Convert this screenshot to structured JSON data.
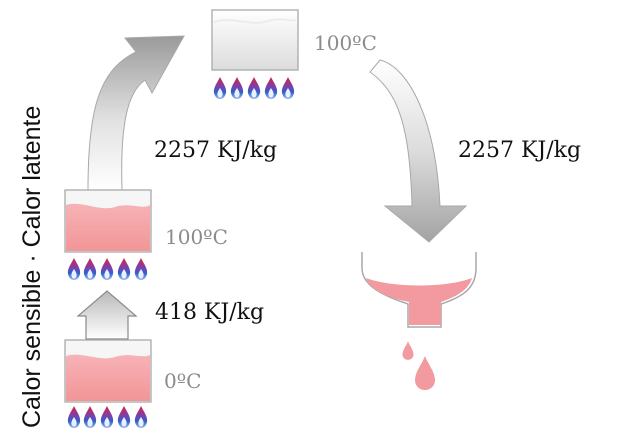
{
  "side_label": "Calor sensible · Calor latente",
  "energies": {
    "sensible": "418 KJ/kg",
    "vaporization": "2257 KJ/kg",
    "condensation": "2257 KJ/kg"
  },
  "temperatures": {
    "start": "0ºC",
    "boiling": "100ºC",
    "steam": "100ºC"
  },
  "colors": {
    "water": "#f4a2a5",
    "arrow_gray": "#d6d6d6",
    "flame_red": "#d8243a",
    "flame_blue": "#2f62c9",
    "temp_text": "#8c8c8c"
  },
  "icons": {
    "burner": "flame-icon",
    "water_drop": "droplet-icon"
  }
}
